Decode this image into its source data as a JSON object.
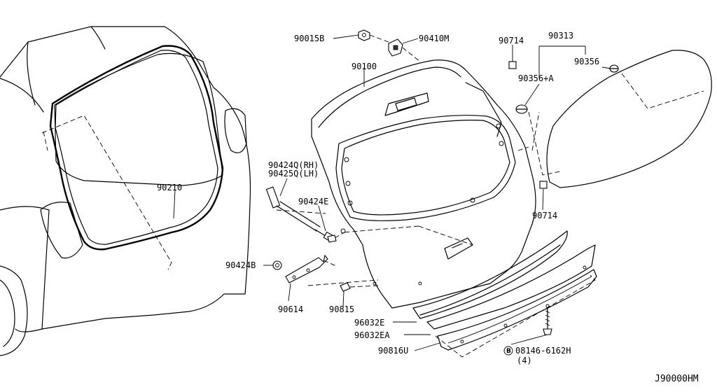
{
  "diagram_code": "J90000HM",
  "labels": {
    "p90015B": "90015B",
    "p90410M": "90410M",
    "p90714a": "90714",
    "p90313": "90313",
    "p90356": "90356",
    "p90100": "90100",
    "p90356A": "90356+A",
    "p90424Q": "90424Q(RH)",
    "p90425Q": "90425Q(LH)",
    "p90210": "90210",
    "p90424E": "90424E",
    "p90714b": "90714",
    "p90424B": "90424B",
    "p90614": "90614",
    "p90815": "90815",
    "p96032E": "96032E",
    "p96032EA": "96032EA",
    "p90816U": "90816U",
    "p08146": "08146-6162H",
    "p08146qty": "(4)",
    "bolt_symbol": "B"
  }
}
